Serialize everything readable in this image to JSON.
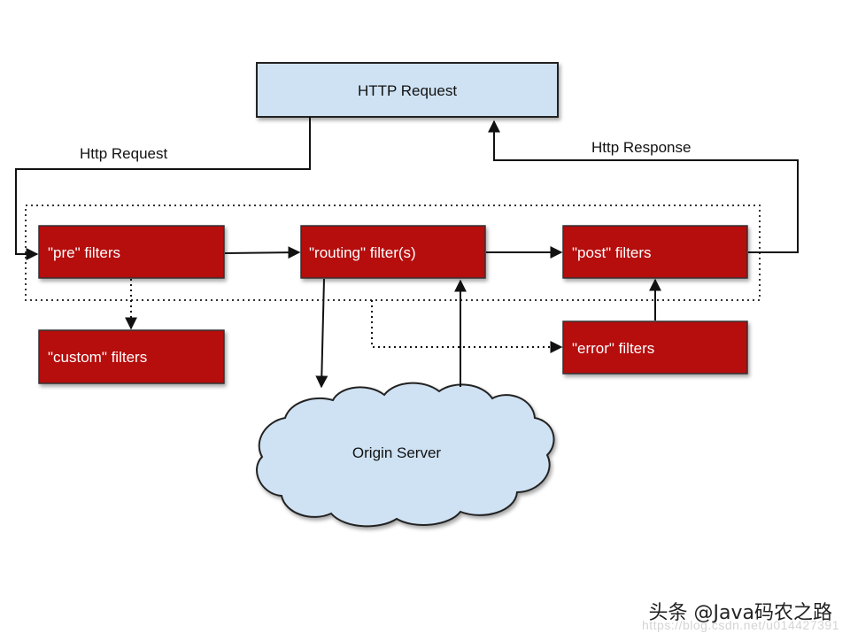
{
  "diagram": {
    "nodes": {
      "http_request": "HTTP Request",
      "pre": "\"pre\" filters",
      "routing": "\"routing\" filter(s)",
      "post": "\"post\" filters",
      "custom": "\"custom\" filters",
      "error": "\"error\" filters",
      "origin": "Origin Server"
    },
    "edge_labels": {
      "http_request": "Http Request",
      "http_response": "Http Response"
    }
  },
  "watermark": {
    "text": "头条 @Java码农之路",
    "url": "https://blog.csdn.net/u014427391"
  },
  "colors": {
    "filter_fill": "#b60a0f",
    "request_fill": "#cfe2f3",
    "cloud_fill": "#cfe2f3",
    "stroke": "#222222"
  }
}
